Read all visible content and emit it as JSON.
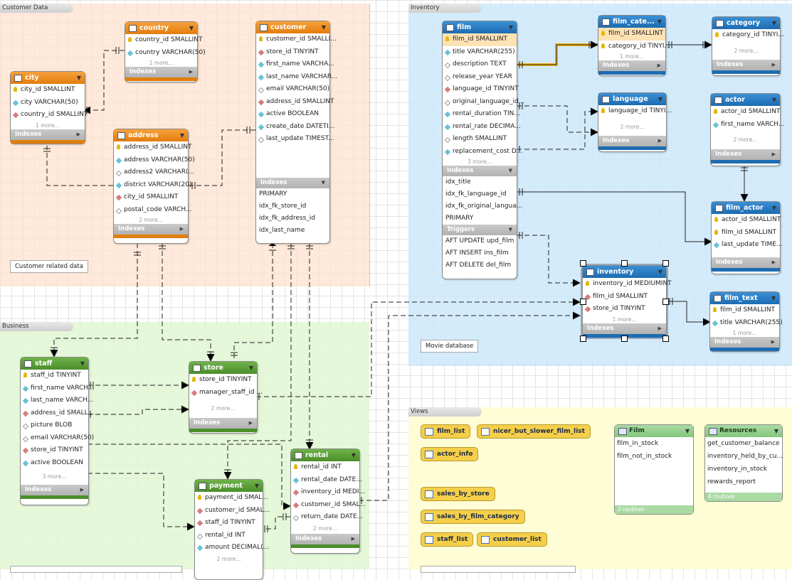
{
  "layers": {
    "customer": "Customer Data",
    "inventory": "Inventory",
    "business": "Business",
    "views": "Views"
  },
  "notes": {
    "customer": "Customer related data",
    "inventory": "Movie database"
  },
  "section_labels": {
    "indexes": "Indexes",
    "triggers": "Triggers"
  },
  "tables": {
    "country": {
      "name": "country",
      "columns": [
        "country_id SMALLINT",
        "country VARCHAR(50)"
      ],
      "more": "1 more..."
    },
    "city": {
      "name": "city",
      "columns": [
        "city_id SMALLINT",
        "city VARCHAR(50)",
        "country_id SMALLINT"
      ],
      "more": "1 more..."
    },
    "address": {
      "name": "address",
      "columns": [
        "address_id SMALLINT",
        "address VARCHAR(50)",
        "address2 VARCHAR(...",
        "district VARCHAR(20)",
        "city_id SMALLINT",
        "postal_code VARCH..."
      ],
      "more": "2 more..."
    },
    "customer": {
      "name": "customer",
      "columns": [
        "customer_id SMALLI...",
        "store_id TINYINT",
        "first_name VARCHA...",
        "last_name VARCHAR...",
        "email VARCHAR(50)",
        "address_id SMALLINT",
        "active BOOLEAN",
        "create_date DATETI...",
        "last_update TIMEST..."
      ],
      "indexes": [
        "PRIMARY",
        "idx_fk_store_id",
        "idx_fk_address_id",
        "idx_last_name"
      ]
    },
    "film": {
      "name": "film",
      "columns": [
        "film_id SMALLINT",
        "title VARCHAR(255)",
        "description TEXT",
        "release_year YEAR",
        "language_id TINYINT",
        "original_language_id...",
        "rental_duration TIN...",
        "rental_rate DECIMA...",
        "length SMALLINT",
        "replacement_cost D..."
      ],
      "more": "3 more...",
      "indexes": [
        "idx_title",
        "idx_fk_language_id",
        "idx_fk_original_langua...",
        "PRIMARY"
      ],
      "triggers": [
        "AFT UPDATE upd_film",
        "AFT INSERT ins_film",
        "AFT DELETE del_film"
      ]
    },
    "film_category": {
      "name": "film_cate...",
      "columns": [
        "film_id SMALLINT",
        "category_id TINYI..."
      ],
      "more": "1 more..."
    },
    "category": {
      "name": "category",
      "columns": [
        "category_id TINYI..."
      ],
      "more": "2 more..."
    },
    "language": {
      "name": "language",
      "columns": [
        "language_id TINYI..."
      ],
      "more": "2 more..."
    },
    "actor": {
      "name": "actor",
      "columns": [
        "actor_id SMALLINT",
        "first_name VARCH..."
      ],
      "more": "2 more..."
    },
    "film_actor": {
      "name": "film_actor",
      "columns": [
        "actor_id SMALLINT",
        "film_id SMALLINT",
        "last_update TIME..."
      ]
    },
    "inventory": {
      "name": "inventory",
      "columns": [
        "inventory_id MEDIUMINT",
        "film_id SMALLINT",
        "store_id TINYINT"
      ],
      "more": "1 more..."
    },
    "film_text": {
      "name": "film_text",
      "columns": [
        "film_id SMALLINT",
        "title VARCHAR(255)"
      ],
      "more": "1 more..."
    },
    "staff": {
      "name": "staff",
      "columns": [
        "staff_id TINYINT",
        "first_name VARCH...",
        "last_name VARCH...",
        "address_id SMALL...",
        "picture BLOB",
        "email VARCHAR(50)",
        "store_id TINYINT",
        "active BOOLEAN"
      ],
      "more": "3 more..."
    },
    "store": {
      "name": "store",
      "columns": [
        "store_id TINYINT",
        "manager_staff_id ..."
      ],
      "more": "2 more..."
    },
    "rental": {
      "name": "rental",
      "columns": [
        "rental_id INT",
        "rental_date DATE...",
        "inventory_id MEDI...",
        "customer_id SMAL...",
        "return_date DATE..."
      ],
      "more": "2 more..."
    },
    "payment": {
      "name": "payment",
      "columns": [
        "payment_id SMAL...",
        "customer_id SMAL...",
        "staff_id TINYINT",
        "rental_id INT",
        "amount DECIMAL(..."
      ],
      "more": "2 more..."
    }
  },
  "views": [
    "film_list",
    "nicer_but_slower_film_list",
    "actor_info",
    "sales_by_store",
    "sales_by_film_category",
    "staff_list",
    "customer_list"
  ],
  "routine_groups": [
    {
      "name": "Film",
      "items": [
        "film_in_stock",
        "film_not_in_stock"
      ],
      "footer": "2 routines"
    },
    {
      "name": "Resources",
      "items": [
        "get_customer_balance",
        "inventory_held_by_cu...",
        "inventory_in_stock",
        "rewards_report"
      ],
      "footer": "4 routines"
    }
  ],
  "colors": {
    "orange": "#e37d0c",
    "blue": "#1c6cb2",
    "green": "#4b8e2a",
    "view_yellow": "#f5cf49",
    "routine_green": "#84c67c"
  }
}
